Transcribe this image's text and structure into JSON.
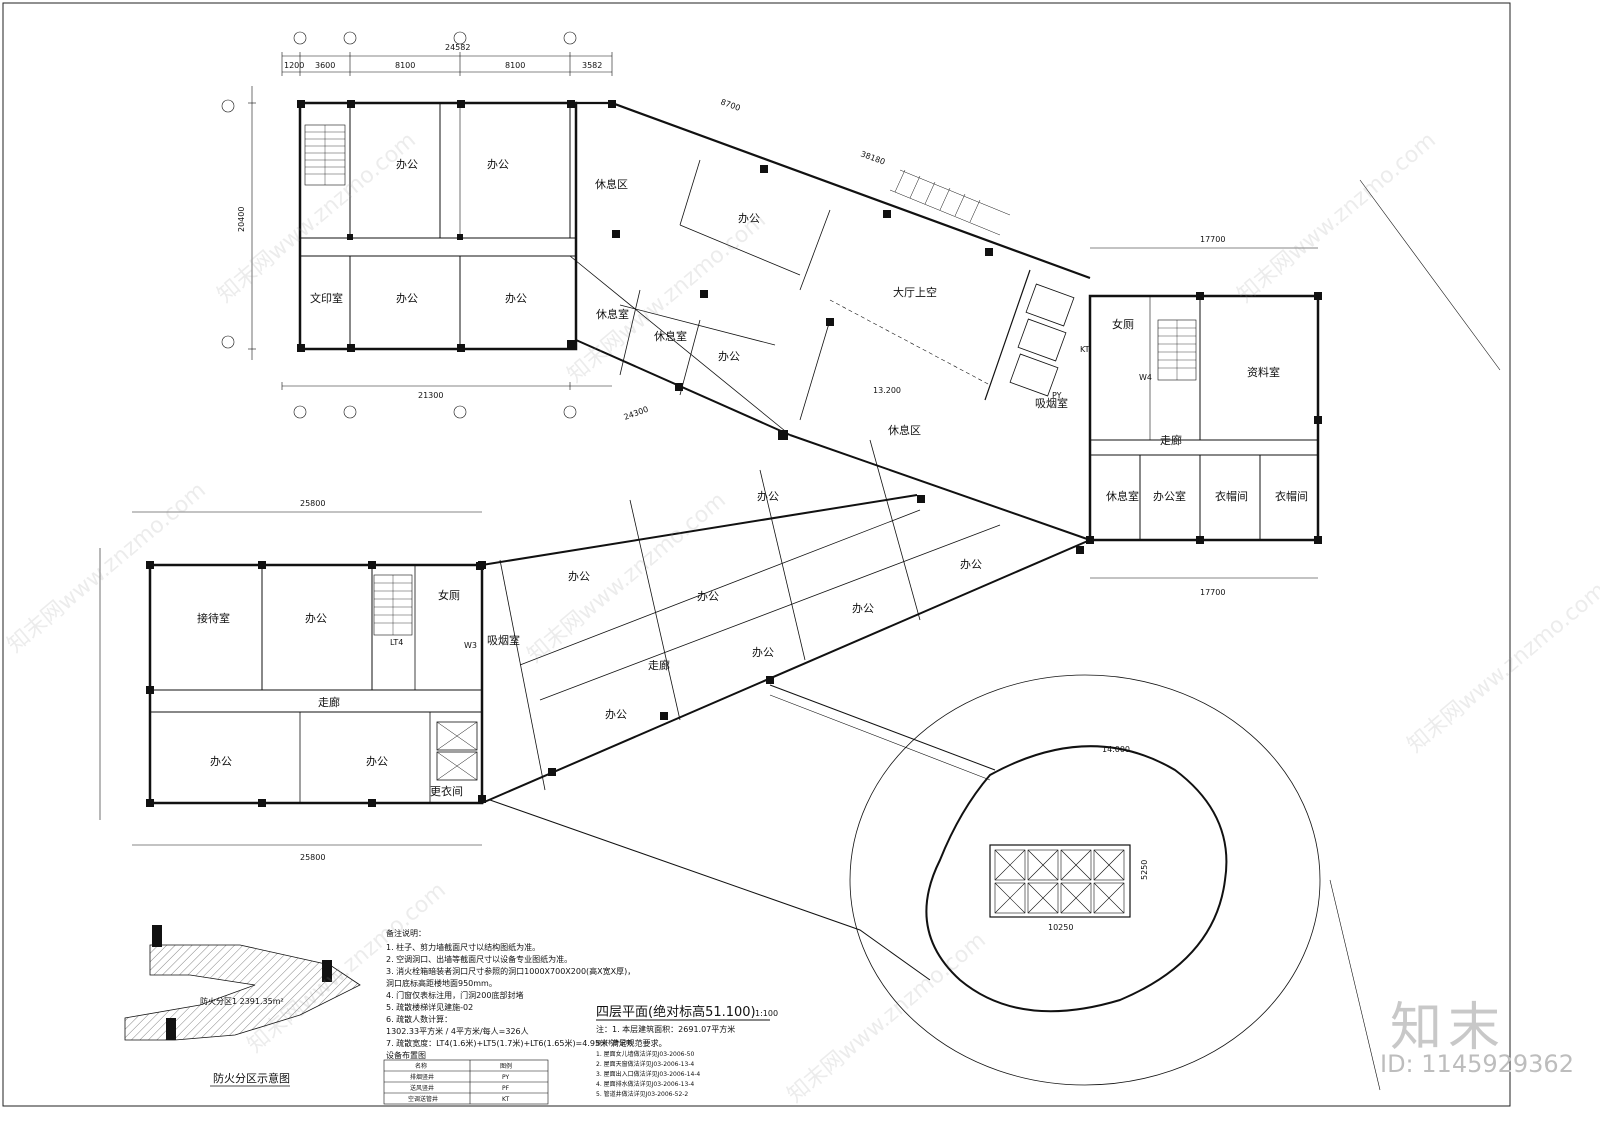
{
  "sheet": {
    "title": "四层平面(绝对标高51.100)",
    "scale": "1:100",
    "area_note": "注：1. 本层建筑面积：2691.07平方米",
    "fire_zone_caption": "防火分区示意图",
    "fire_zone_label": "防火分区1  2391.35m²"
  },
  "rooms": {
    "office": "办公",
    "rest": "休息区",
    "rest_room": "休息室",
    "print": "文印室",
    "reception": "接待室",
    "corridor": "走廊",
    "smoking": "吸烟室",
    "female_wc": "女厕",
    "atrium": "大厅上空",
    "data_room": "资料室",
    "locker1": "衣帽间",
    "locker2": "衣帽间",
    "office_room": "办公室",
    "dressing": "更衣间"
  },
  "codes": {
    "w4": "W4",
    "w3": "W3",
    "lt4": "LT4",
    "py": "PY",
    "kt": "KT",
    "elev_13200": "13.200",
    "elev_14000": "14.000"
  },
  "dimensions": {
    "top_total": "24582",
    "top_left_a": "1200",
    "top_left_b": "3600",
    "top_bay": "8100",
    "top_bay2": "8100",
    "top_right": "3582",
    "left_total": "20400",
    "bottom_total": "21300",
    "mid_total": "25800",
    "mid_bottom_total": "25800",
    "right_total": "17700",
    "right_total_b": "17700",
    "diag_a": "38180",
    "diag_b": "8700",
    "diag_c": "24300",
    "ellipse_span": "10250",
    "ellipse_h": "5250"
  },
  "notes": {
    "heading": "备注说明：",
    "lines": [
      "1. 柱子、剪力墙截面尺寸以结构图纸为准。",
      "2. 空调洞口、出墙等截面尺寸以设备专业图纸为准。",
      "3. 消火栓箱暗装者洞口尺寸参照的洞口1000X700X200(高X宽X厚)，",
      "   洞口底标高距楼地面950mm。",
      "4. 门窗仅表标注用，门洞200底部封堵",
      "5. 疏散楼梯详见建施-02",
      "6. 疏散人数计算：",
      "   1302.33平方米 / 4平方米/每人=326人",
      "7. 疏散宽度：LT4(1.6米)+LT5(1.7米)+LT6(1.65米)=4.95米  满足规范要求。"
    ]
  },
  "refs": {
    "heading": "原有构件说明",
    "lines": [
      "1. 屋面女儿墙做法详见J03-2006-50",
      "2. 屋面天窗做法详见J03-2006-13-4",
      "3. 屋面出入口做法详见J03-2006-14-4",
      "4. 屋面排水做法详见J03-2006-13-4",
      "5. 管道井做法详见J03-2006-52-2"
    ]
  },
  "legend": {
    "heading": "设备布置图",
    "col_name": "名称",
    "col_code": "图例",
    "rows": [
      {
        "name": "排烟竖井",
        "code": "PY"
      },
      {
        "name": "送风竖井",
        "code": "PF"
      },
      {
        "name": "空调送管井",
        "code": "KT"
      }
    ]
  },
  "brand": {
    "logo": "知末",
    "id": "ID: 1145929362",
    "watermark": "知末网www.znzmo.com"
  }
}
